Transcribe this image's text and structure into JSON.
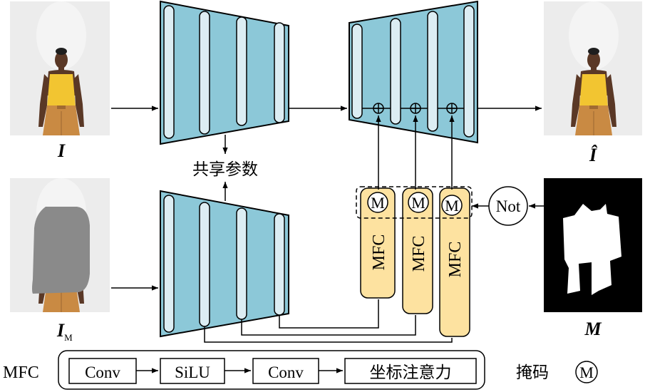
{
  "labels": {
    "image_input": "I",
    "image_output": "Î",
    "image_masked": "I",
    "image_masked_sub": "M",
    "mask": "M",
    "shared_params": "共享参数",
    "not_op": "Not",
    "mfc_block": "MFC",
    "mask_symbol": "M",
    "legend_mask_text": "掩码",
    "legend_mask_symbol": "M"
  },
  "mfc_pipeline": {
    "title": "MFC",
    "steps": [
      "Conv",
      "SiLU",
      "Conv",
      "坐标注意力"
    ]
  },
  "colors": {
    "encoder_fill": "#8cc8d8",
    "layer_fill": "#dcedf3",
    "mfc_fill": "#fde2a0",
    "photo_bg": "#ececec",
    "skin": "#5a3826",
    "top": "#f2c531",
    "jeans": "#c98a43",
    "gray_mask": "#8a8a8a"
  }
}
